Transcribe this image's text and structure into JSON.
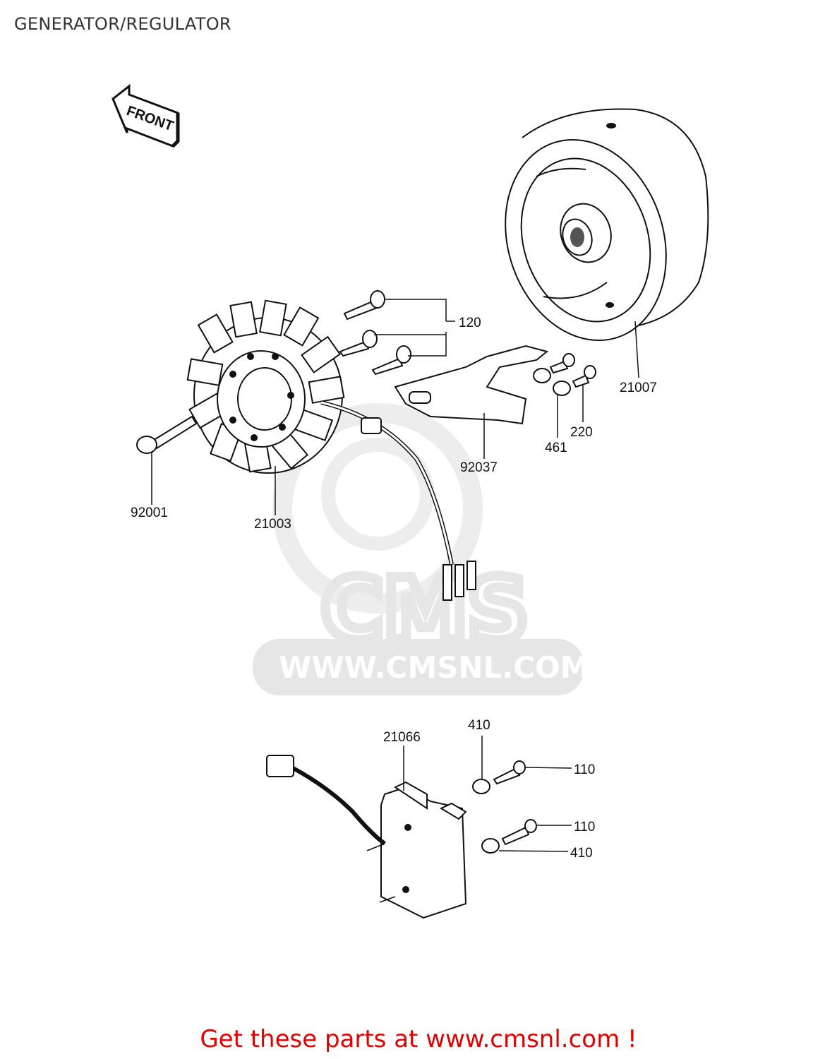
{
  "title": "GENERATOR/REGULATOR",
  "front_label": "FRONT",
  "watermark": {
    "brand": "CMS",
    "url": "WWW.CMSNL.COM"
  },
  "parts": {
    "p120": "120",
    "p21007": "21007",
    "p92037": "92037",
    "p461": "461",
    "p220": "220",
    "p92001": "92001",
    "p21003": "21003",
    "p21066": "21066",
    "p410_top": "410",
    "p110_top": "110",
    "p110_bottom": "110",
    "p410_bottom": "410"
  },
  "footer": "Get these parts at www.cmsnl.com !"
}
